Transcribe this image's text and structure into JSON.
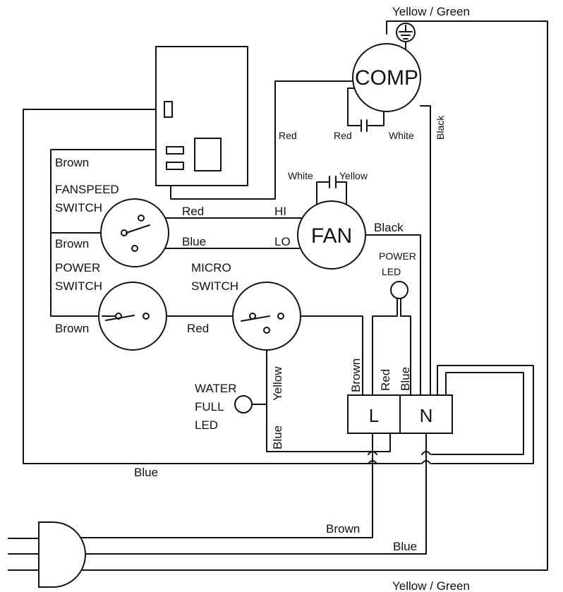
{
  "labels": {
    "ground_top": "Yellow / Green",
    "ground_bottom": "Yellow / Green",
    "comp": "COMP",
    "fan": "FAN",
    "comp_red_left": "Red",
    "comp_red_right": "Red",
    "comp_white": "White",
    "comp_black": "Black",
    "fan_white": "White",
    "fan_yellow": "Yellow",
    "fan_black": "Black",
    "brown_top": "Brown",
    "fanspeed_1": "FANSPEED",
    "fanspeed_2": "SWITCH",
    "red_hi": "Red",
    "hi": "HI",
    "brown_mid": "Brown",
    "blue_lo": "Blue",
    "lo": "LO",
    "power_1": "POWER",
    "power_2": "SWITCH",
    "micro_1": "MICRO",
    "micro_2": "SWITCH",
    "power_led_1": "POWER",
    "power_led_2": "LED",
    "brown_power": "Brown",
    "red_micro": "Red",
    "yellow_micro": "Yellow",
    "water_1": "WATER",
    "water_2": "FULL",
    "water_3": "LED",
    "blue_water": "Blue",
    "brown_vert": "Brown",
    "red_vert": "Red",
    "blue_vert": "Blue",
    "terminal_l": "L",
    "terminal_n": "N",
    "blue_loop": "Blue",
    "plug_brown": "Brown",
    "plug_blue": "Blue"
  }
}
